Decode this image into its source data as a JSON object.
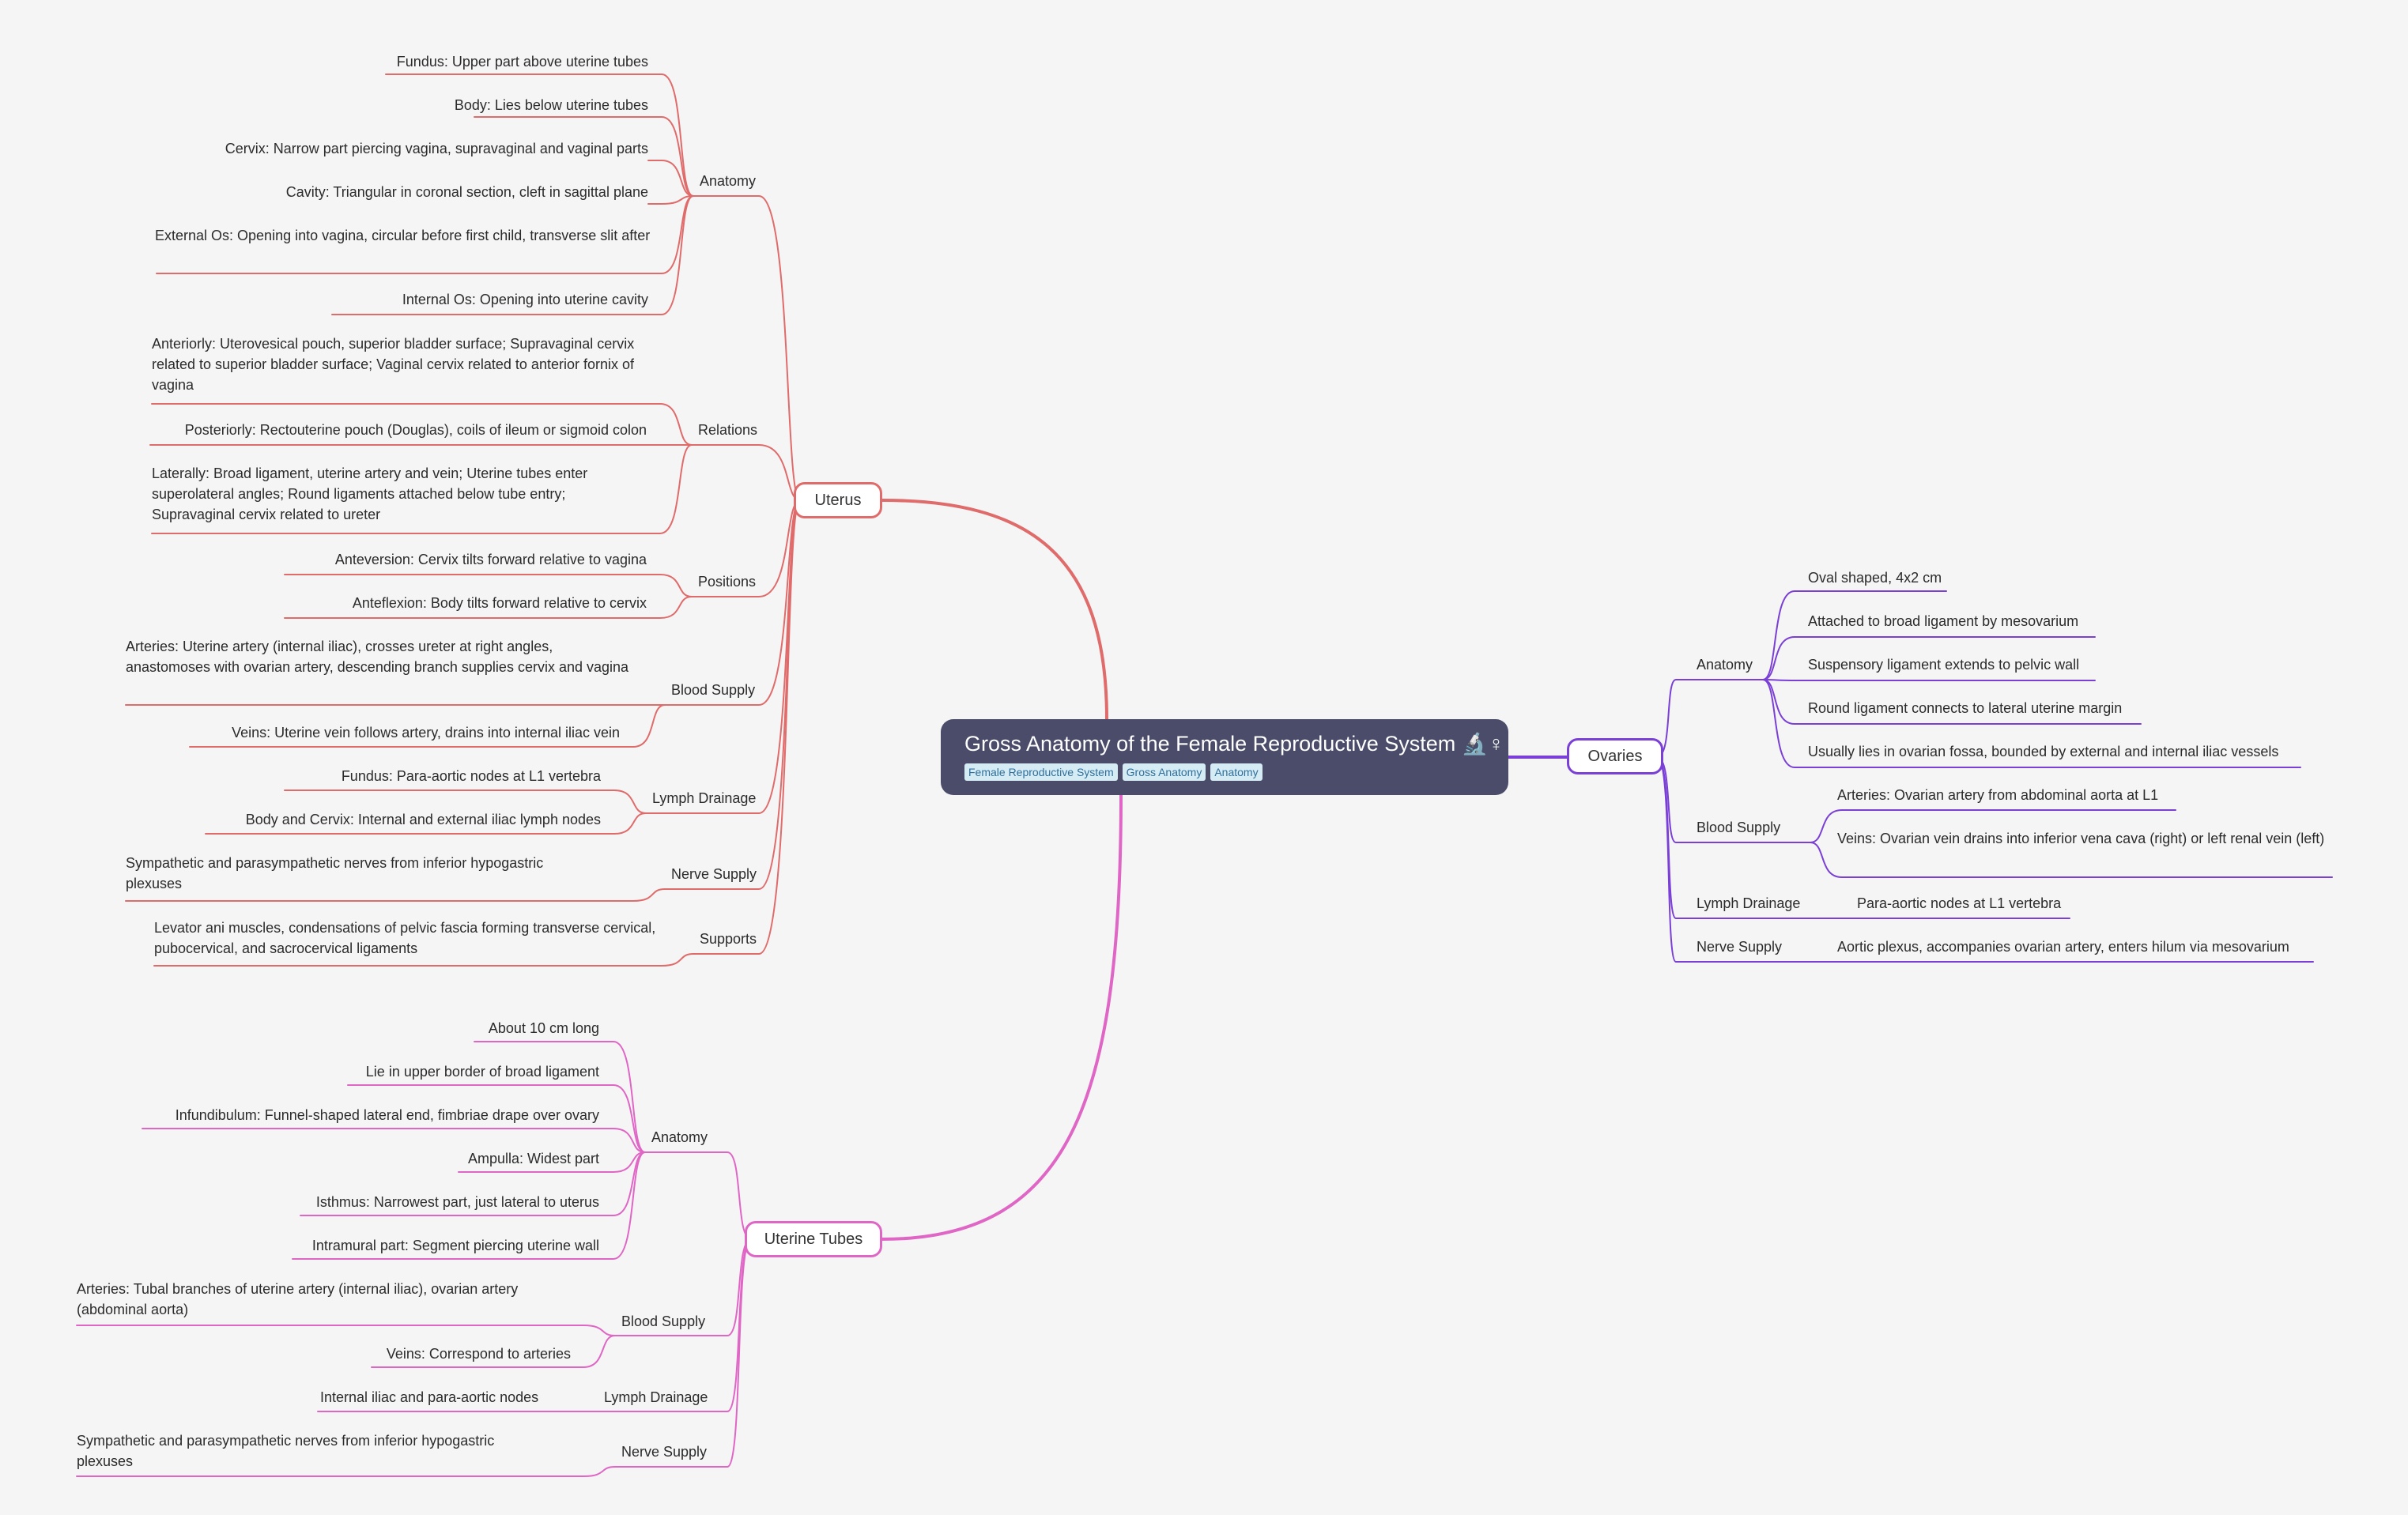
{
  "root": {
    "title": "Gross Anatomy of the Female Reproductive System 🔬♀",
    "tags": [
      "Female Reproductive System",
      "Gross Anatomy",
      "Anatomy"
    ]
  },
  "colors": {
    "uterus": "#e06b6b",
    "tubes": "#e066c6",
    "ovaries": "#7a3fd6",
    "root": "#4a4c6a"
  },
  "uterus": {
    "label": "Uterus",
    "anatomy": {
      "label": "Anatomy",
      "items": [
        "Fundus: Upper part above uterine tubes",
        "Body: Lies below uterine tubes",
        "Cervix: Narrow part piercing vagina, supravaginal and vaginal parts",
        "Cavity: Triangular in coronal section, cleft in sagittal plane",
        "External Os: Opening into vagina, circular before first child, transverse slit after",
        "Internal Os: Opening into uterine cavity"
      ]
    },
    "relations": {
      "label": "Relations",
      "items": [
        "Anteriorly: Uterovesical pouch, superior bladder surface; Supravaginal cervix related to superior bladder surface; Vaginal cervix related to anterior fornix of vagina",
        "Posteriorly: Rectouterine pouch (Douglas), coils of ileum or sigmoid colon",
        "Laterally: Broad ligament, uterine artery and vein; Uterine tubes enter superolateral angles; Round ligaments attached below tube entry; Supravaginal cervix related to ureter"
      ]
    },
    "positions": {
      "label": "Positions",
      "items": [
        "Anteversion: Cervix tilts forward relative to vagina",
        "Anteflexion: Body tilts forward relative to cervix"
      ]
    },
    "blood": {
      "label": "Blood Supply",
      "items": [
        "Arteries: Uterine artery (internal iliac), crosses ureter at right angles, anastomoses with ovarian artery, descending branch supplies cervix and vagina",
        "Veins: Uterine vein follows artery, drains into internal iliac vein"
      ]
    },
    "lymph": {
      "label": "Lymph Drainage",
      "items": [
        "Fundus: Para-aortic nodes at L1 vertebra",
        "Body and Cervix: Internal and external iliac lymph nodes"
      ]
    },
    "nerve": {
      "label": "Nerve Supply",
      "items": [
        "Sympathetic and parasympathetic nerves from inferior hypogastric plexuses"
      ]
    },
    "supports": {
      "label": "Supports",
      "items": [
        "Levator ani muscles, condensations of pelvic fascia forming transverse cervical, pubocervical, and sacrocervical ligaments"
      ]
    }
  },
  "tubes": {
    "label": "Uterine Tubes",
    "anatomy": {
      "label": "Anatomy",
      "items": [
        "About 10 cm long",
        "Lie in upper border of broad ligament",
        "Infundibulum: Funnel-shaped lateral end, fimbriae drape over ovary",
        "Ampulla: Widest part",
        "Isthmus: Narrowest part, just lateral to uterus",
        "Intramural part: Segment piercing uterine wall"
      ]
    },
    "blood": {
      "label": "Blood Supply",
      "items": [
        "Arteries: Tubal branches of uterine artery (internal iliac), ovarian artery (abdominal aorta)",
        "Veins: Correspond to arteries"
      ]
    },
    "lymph": {
      "label": "Lymph Drainage",
      "items": [
        "Internal iliac and para-aortic nodes"
      ]
    },
    "nerve": {
      "label": "Nerve Supply",
      "items": [
        "Sympathetic and parasympathetic nerves from inferior hypogastric plexuses"
      ]
    }
  },
  "ovaries": {
    "label": "Ovaries",
    "anatomy": {
      "label": "Anatomy",
      "items": [
        "Oval shaped, 4x2 cm",
        "Attached to broad ligament by mesovarium",
        "Suspensory ligament extends to pelvic wall",
        "Round ligament connects to lateral uterine margin",
        "Usually lies in ovarian fossa, bounded by external and internal iliac vessels"
      ]
    },
    "blood": {
      "label": "Blood Supply",
      "items": [
        "Arteries: Ovarian artery from abdominal aorta at L1",
        "Veins: Ovarian vein drains into inferior vena cava (right) or left renal vein (left)"
      ]
    },
    "lymph": {
      "label": "Lymph Drainage",
      "items": [
        "Para-aortic nodes at L1 vertebra"
      ]
    },
    "nerve": {
      "label": "Nerve Supply",
      "items": [
        "Aortic plexus, accompanies ovarian artery, enters hilum via mesovarium"
      ]
    }
  }
}
